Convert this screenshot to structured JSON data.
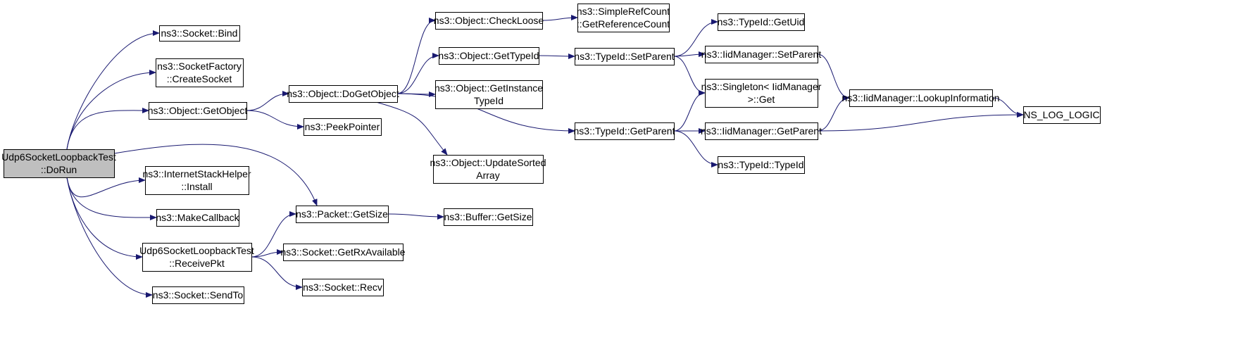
{
  "graph": {
    "edge_color": "#191970",
    "root_fill": "#bfbfbf",
    "node_fill": "#ffffff",
    "nodes": [
      {
        "id": "n0",
        "lines": [
          "Udp6SocketLoopbackTest",
          "::DoRun"
        ],
        "root": true
      },
      {
        "id": "n1",
        "lines": [
          "ns3::Socket::Bind"
        ]
      },
      {
        "id": "n2",
        "lines": [
          "ns3::SocketFactory",
          "::CreateSocket"
        ]
      },
      {
        "id": "n3",
        "lines": [
          "ns3::Object::GetObject"
        ]
      },
      {
        "id": "n4",
        "lines": [
          "ns3::InternetStackHelper",
          "::Install"
        ]
      },
      {
        "id": "n5",
        "lines": [
          "ns3::MakeCallback"
        ]
      },
      {
        "id": "n6",
        "lines": [
          "Udp6SocketLoopbackTest",
          "::ReceivePkt"
        ]
      },
      {
        "id": "n7",
        "lines": [
          "ns3::Socket::SendTo"
        ]
      },
      {
        "id": "n8",
        "lines": [
          "ns3::Object::DoGetObject"
        ]
      },
      {
        "id": "n9",
        "lines": [
          "ns3::PeekPointer"
        ]
      },
      {
        "id": "n10",
        "lines": [
          "ns3::Packet::GetSize"
        ]
      },
      {
        "id": "n11",
        "lines": [
          "ns3::Socket::GetRxAvailable"
        ]
      },
      {
        "id": "n12",
        "lines": [
          "ns3::Socket::Recv"
        ]
      },
      {
        "id": "n13",
        "lines": [
          "ns3::Object::CheckLoose"
        ]
      },
      {
        "id": "n14",
        "lines": [
          "ns3::Object::GetTypeId"
        ]
      },
      {
        "id": "n15",
        "lines": [
          "ns3::Object::GetInstance",
          "TypeId"
        ]
      },
      {
        "id": "n16",
        "lines": [
          "ns3::Object::UpdateSorted",
          "Array"
        ]
      },
      {
        "id": "n17",
        "lines": [
          "ns3::Buffer::GetSize"
        ]
      },
      {
        "id": "n18",
        "lines": [
          "ns3::SimpleRefCount",
          "::GetReferenceCount"
        ]
      },
      {
        "id": "n19",
        "lines": [
          "ns3::TypeId::SetParent"
        ]
      },
      {
        "id": "n20",
        "lines": [
          "ns3::TypeId::GetParent"
        ]
      },
      {
        "id": "n21",
        "lines": [
          "ns3::TypeId::GetUid"
        ]
      },
      {
        "id": "n22",
        "lines": [
          "ns3::IidManager::SetParent"
        ]
      },
      {
        "id": "n23",
        "lines": [
          "ns3::Singleton< IidManager",
          ">::Get"
        ]
      },
      {
        "id": "n24",
        "lines": [
          "ns3::IidManager::GetParent"
        ]
      },
      {
        "id": "n25",
        "lines": [
          "ns3::TypeId::TypeId"
        ]
      },
      {
        "id": "n26",
        "lines": [
          "ns3::IidManager::LookupInformation"
        ]
      },
      {
        "id": "n27",
        "lines": [
          "NS_LOG_LOGIC"
        ]
      }
    ],
    "edges": [
      [
        "n0",
        "n1"
      ],
      [
        "n0",
        "n2"
      ],
      [
        "n0",
        "n3"
      ],
      [
        "n0",
        "n10"
      ],
      [
        "n0",
        "n4"
      ],
      [
        "n0",
        "n5"
      ],
      [
        "n0",
        "n6"
      ],
      [
        "n0",
        "n7"
      ],
      [
        "n3",
        "n8"
      ],
      [
        "n3",
        "n9"
      ],
      [
        "n6",
        "n10"
      ],
      [
        "n6",
        "n11"
      ],
      [
        "n6",
        "n12"
      ],
      [
        "n10",
        "n17"
      ],
      [
        "n8",
        "n13"
      ],
      [
        "n8",
        "n14"
      ],
      [
        "n8",
        "n15"
      ],
      [
        "n8",
        "n16"
      ],
      [
        "n8",
        "n20"
      ],
      [
        "n13",
        "n18"
      ],
      [
        "n14",
        "n19"
      ],
      [
        "n19",
        "n21"
      ],
      [
        "n19",
        "n22"
      ],
      [
        "n19",
        "n23"
      ],
      [
        "n20",
        "n23"
      ],
      [
        "n20",
        "n24"
      ],
      [
        "n20",
        "n25"
      ],
      [
        "n22",
        "n26"
      ],
      [
        "n24",
        "n26"
      ],
      [
        "n24",
        "n27"
      ],
      [
        "n26",
        "n27"
      ]
    ]
  }
}
